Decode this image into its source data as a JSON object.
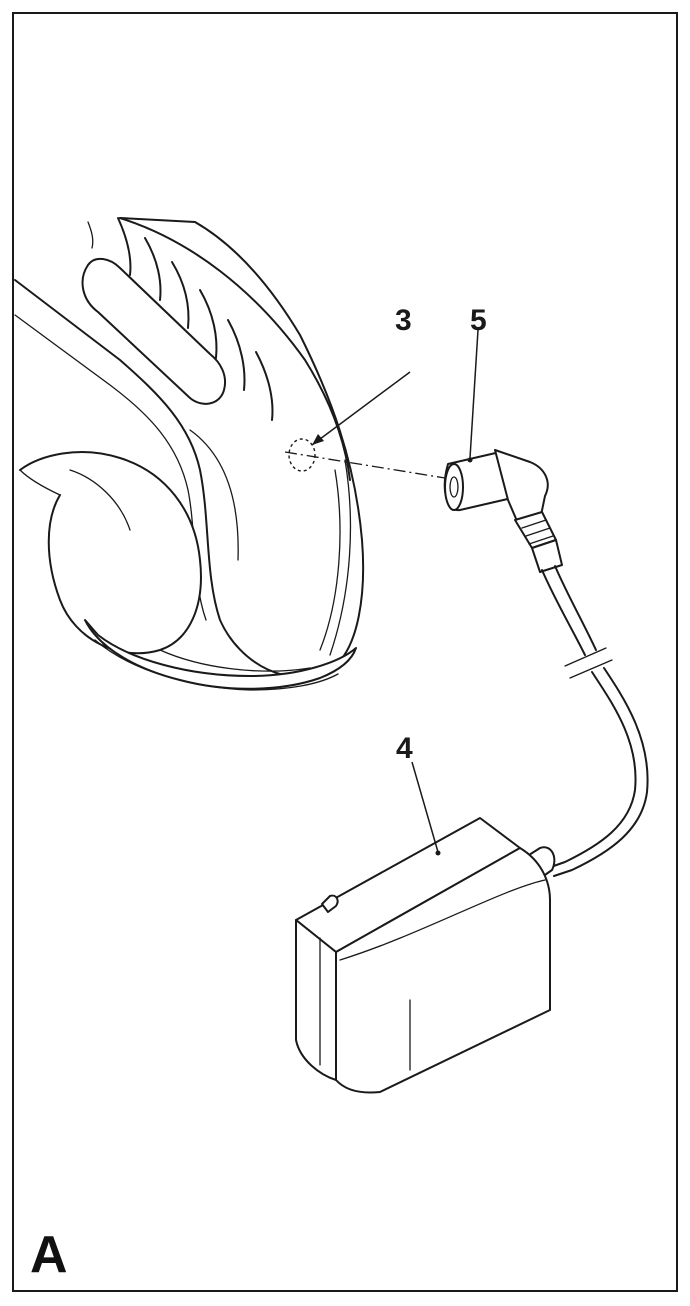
{
  "figure": {
    "letter": "A"
  },
  "callouts": {
    "socket": "3",
    "adapter": "4",
    "plug": "5"
  },
  "colors": {
    "line": "#1a1a1a",
    "background": "#ffffff"
  }
}
